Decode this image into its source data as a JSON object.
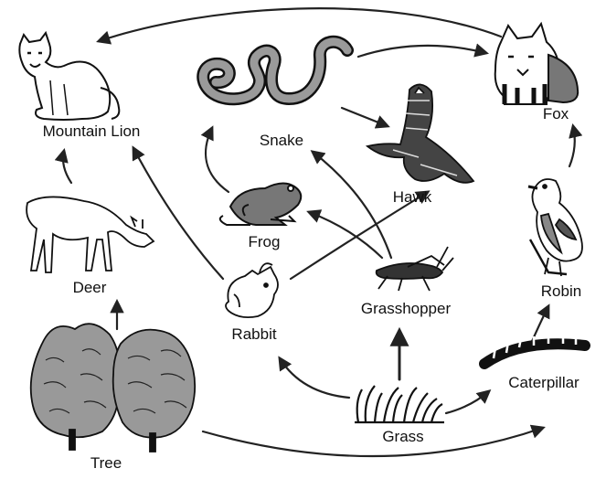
{
  "diagram": {
    "organisms": [
      {
        "id": "mountain-lion",
        "label": "Mountain Lion"
      },
      {
        "id": "snake",
        "label": "Snake"
      },
      {
        "id": "fox",
        "label": "Fox"
      },
      {
        "id": "hawk",
        "label": "Hawk"
      },
      {
        "id": "frog",
        "label": "Frog"
      },
      {
        "id": "deer",
        "label": "Deer"
      },
      {
        "id": "rabbit",
        "label": "Rabbit"
      },
      {
        "id": "grasshopper",
        "label": "Grasshopper"
      },
      {
        "id": "robin",
        "label": "Robin"
      },
      {
        "id": "caterpillar",
        "label": "Caterpillar"
      },
      {
        "id": "tree",
        "label": "Tree"
      },
      {
        "id": "grass",
        "label": "Grass"
      }
    ],
    "arrows": [
      {
        "from": "fox",
        "to": "mountain-lion"
      },
      {
        "from": "snake",
        "to": "fox"
      },
      {
        "from": "snake",
        "to": "hawk"
      },
      {
        "from": "frog",
        "to": "snake"
      },
      {
        "from": "grasshopper",
        "to": "snake"
      },
      {
        "from": "grasshopper",
        "to": "frog"
      },
      {
        "from": "rabbit",
        "to": "hawk"
      },
      {
        "from": "rabbit",
        "to": "mountain-lion"
      },
      {
        "from": "deer",
        "to": "mountain-lion"
      },
      {
        "from": "tree",
        "to": "deer"
      },
      {
        "from": "grass",
        "to": "rabbit"
      },
      {
        "from": "grass",
        "to": "grasshopper"
      },
      {
        "from": "grass",
        "to": "caterpillar"
      },
      {
        "from": "tree",
        "to": "caterpillar"
      },
      {
        "from": "caterpillar",
        "to": "robin"
      },
      {
        "from": "robin",
        "to": "fox"
      }
    ]
  }
}
